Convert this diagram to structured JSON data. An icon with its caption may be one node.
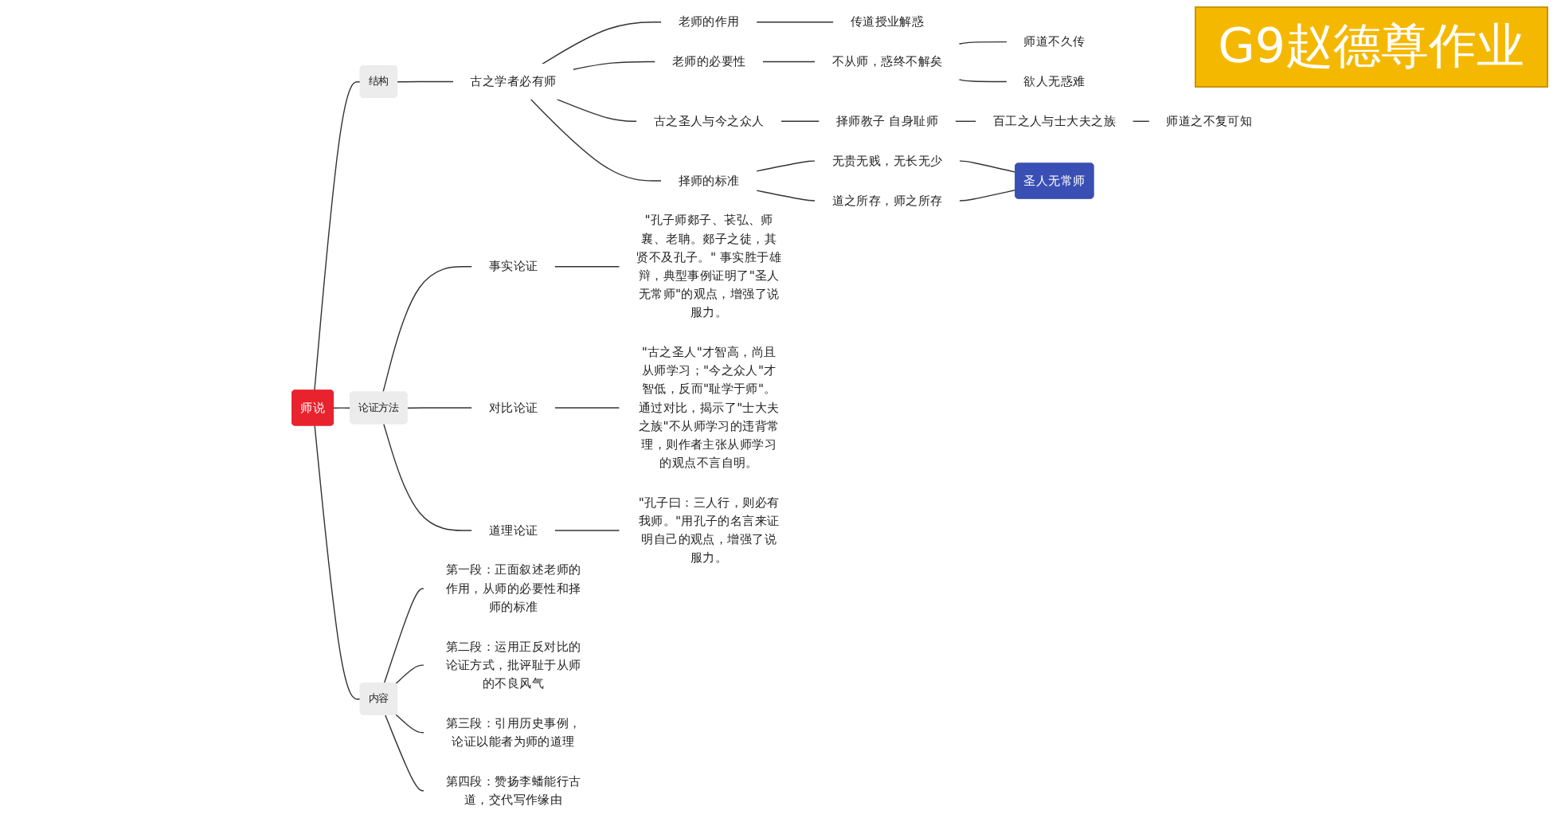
{
  "diagram": {
    "nodes": [
      {
        "text": [
          "师说"
        ]
      },
      {
        "text": [
          "结构"
        ]
      },
      {
        "text": [
          "古之学者必有师"
        ]
      },
      {
        "text": [
          "老师的作用"
        ]
      },
      {
        "text": [
          "传道授业解惑"
        ]
      },
      {
        "text": [
          "老师的必要性"
        ]
      },
      {
        "text": [
          "不从师，惑终不解矣"
        ]
      },
      {
        "text": [
          "师道不久传"
        ]
      },
      {
        "text": [
          "欲人无惑难"
        ]
      },
      {
        "text": [
          "古之圣人与今之众人"
        ]
      },
      {
        "text": [
          "择师教子 自身耻师"
        ]
      },
      {
        "text": [
          "百工之人与士大夫之族"
        ]
      },
      {
        "text": [
          "师道之不复可知"
        ]
      },
      {
        "text": [
          "择师的标准"
        ]
      },
      {
        "text": [
          "无贵无贱，无长无少"
        ]
      },
      {
        "text": [
          "道之所存，师之所存"
        ]
      },
      {
        "text": [
          "圣人无常师"
        ]
      },
      {
        "text": [
          "论证方法"
        ]
      },
      {
        "text": [
          "事实论证"
        ]
      },
      {
        "text": [
          "\"孔子师郯子、苌弘、师襄、老聃。郯子之徒，其贤不及孔子。\" 事实胜于雄辩，典型事例证明了\"圣人无常师\"的观点，增强了说服力。"
        ]
      },
      {
        "text": [
          "对比论证"
        ]
      },
      {
        "text": [
          "\"古之圣人\"才智高，尚且从师学习；\"今之众人\"才智低，反而\"耻学于师\"。通过对比，揭示了\"士大夫之族\"不从师学习的违背常理，则作者主张从师学习的观点不言自明。"
        ]
      },
      {
        "text": [
          "道理论证"
        ]
      },
      {
        "text": [
          "\"孔子曰：三人行，则必有我师。\"用孔子的名言来证明自己的观点，增强了说服力。"
        ]
      },
      {
        "text": [
          "内容"
        ]
      },
      {
        "text": [
          "第一段：正面叙述老师的作用，从师的必要性和择师的标准"
        ]
      },
      {
        "text": [
          "第二段：运用正反对比的论证方式，批评耻于从师的不良风气"
        ]
      },
      {
        "text": [
          "第三段：引用历史事例，论证以能者为师的道理"
        ]
      },
      {
        "text": [
          "第四段：赞扬李蟠能行古道，交代写作缘由"
        ]
      }
    ],
    "edges": [
      {
        "from": 0,
        "to": 1,
        "arrow": "none"
      },
      {
        "from": 1,
        "to": 2,
        "arrow": "none"
      },
      {
        "from": 2,
        "to": 3,
        "arrow": "none"
      },
      {
        "from": 3,
        "to": 4,
        "arrow": "none"
      },
      {
        "from": 2,
        "to": 5,
        "arrow": "none"
      },
      {
        "from": 5,
        "to": 6,
        "arrow": "none"
      },
      {
        "from": 6,
        "to": 7,
        "arrow": "none"
      },
      {
        "from": 6,
        "to": 8,
        "arrow": "none"
      },
      {
        "from": 2,
        "to": 9,
        "arrow": "none"
      },
      {
        "from": 9,
        "to": 10,
        "arrow": "none"
      },
      {
        "from": 10,
        "to": 11,
        "arrow": "none"
      },
      {
        "from": 11,
        "to": 12,
        "arrow": "none"
      },
      {
        "from": 2,
        "to": 13,
        "arrow": "none"
      },
      {
        "from": 13,
        "to": 14,
        "arrow": "none"
      },
      {
        "from": 13,
        "to": 15,
        "arrow": "none"
      },
      {
        "from": 14,
        "to": 16,
        "arrow": "none"
      },
      {
        "from": 15,
        "to": 16,
        "arrow": "none"
      },
      {
        "from": 0,
        "to": 17,
        "arrow": "none"
      },
      {
        "from": 17,
        "to": 18,
        "arrow": "none"
      },
      {
        "from": 18,
        "to": 19,
        "arrow": "none"
      },
      {
        "from": 17,
        "to": 20,
        "arrow": "none"
      },
      {
        "from": 20,
        "to": 21,
        "arrow": "none"
      },
      {
        "from": 17,
        "to": 22,
        "arrow": "none"
      },
      {
        "from": 22,
        "to": 23,
        "arrow": "none"
      },
      {
        "from": 0,
        "to": 24,
        "arrow": "none"
      },
      {
        "from": 24,
        "to": 25,
        "arrow": "none"
      },
      {
        "from": 24,
        "to": 26,
        "arrow": "none"
      },
      {
        "from": 24,
        "to": 27,
        "arrow": "none"
      },
      {
        "from": 24,
        "to": 28,
        "arrow": "none"
      }
    ],
    "labels": [
      "G9赵德尊作业"
    ]
  }
}
